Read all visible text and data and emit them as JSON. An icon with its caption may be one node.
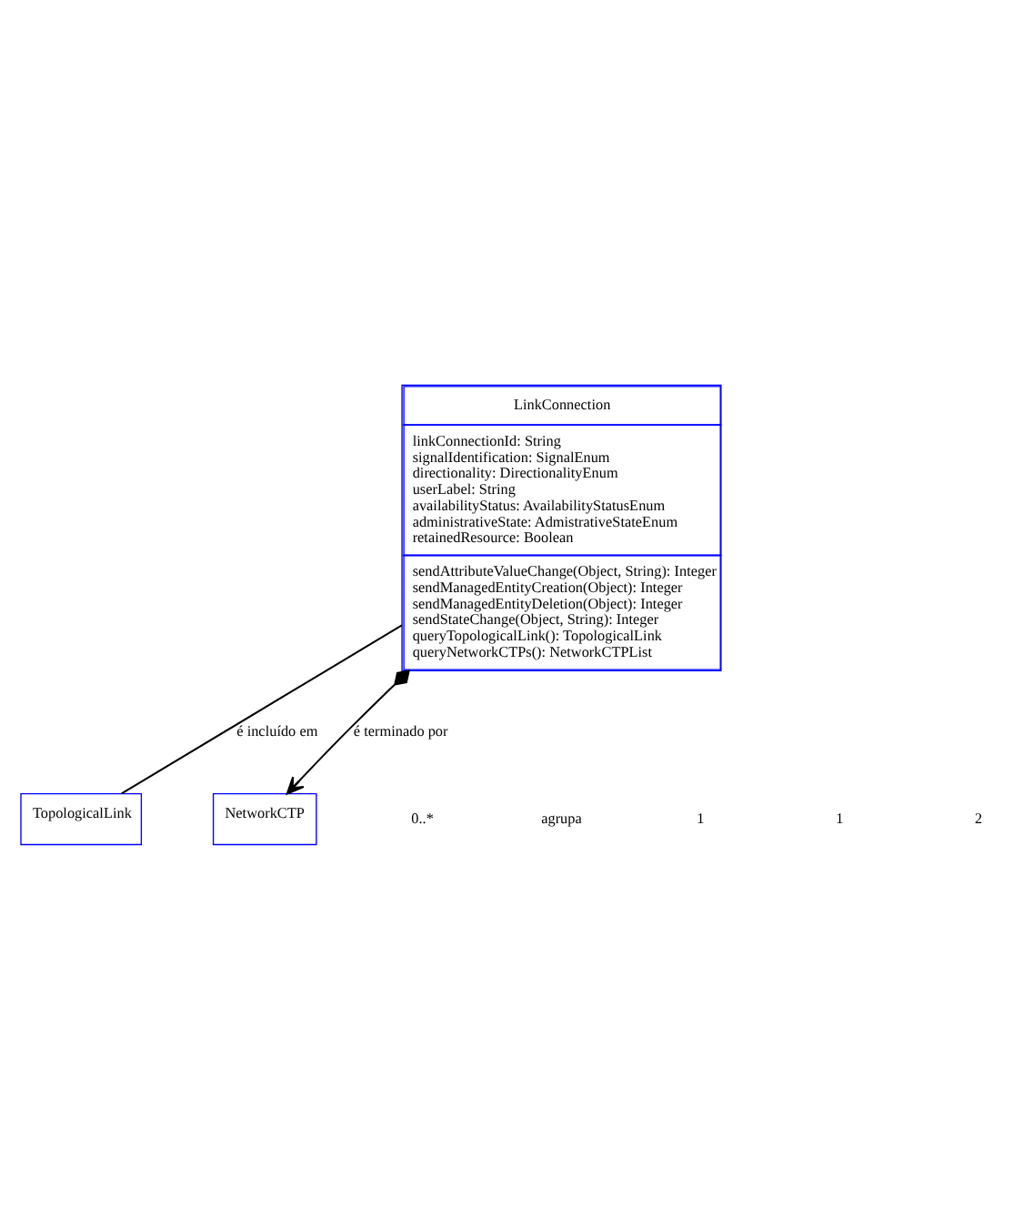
{
  "diagram": {
    "nodes": [
      {
        "text": [
          "LinkConnection",
          "linkConnectionId: String",
          "signalIdentification: SignalEnum",
          "directionality: DirectionalityEnum",
          "userLabel: String",
          "availabilityStatus: AvailabilityStatusEnum",
          "administrativeState: AdmistrativeStateEnum",
          "retainedResource: Boolean",
          "sendAttributeValueChange(Object, String): Integer",
          "sendManagedEntityCreation(Object): Integer",
          "sendManagedEntityDeletion(Object): Integer",
          "sendStateChange(Object, String): Integer",
          "queryTopologicalLink(): TopologicalLink",
          "queryNetworkCTPs(): NetworkCTPList"
        ]
      },
      {
        "text": [
          "TopologicalLink"
        ]
      },
      {
        "text": [
          "NetworkCTP"
        ]
      }
    ],
    "edges": [
      {
        "from": 0,
        "to": 1,
        "arrow": "none",
        "label": "é incluído em"
      },
      {
        "from": 0,
        "to": 2,
        "arrow": "to",
        "label": "é terminado por"
      }
    ],
    "labels": [
      "0..*",
      "agrupa",
      "1",
      "1",
      "2"
    ]
  }
}
